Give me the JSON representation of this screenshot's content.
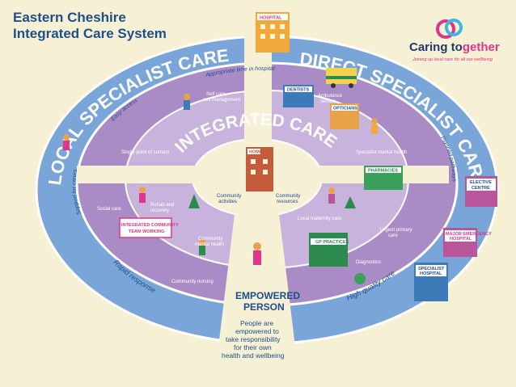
{
  "header": {
    "title_line1": "Eastern Cheshire",
    "title_line2": "Integrated Care System"
  },
  "logo": {
    "name_part1": "Caring to",
    "name_part2": "gether",
    "tagline": "Joining up local care for all our wellbeing"
  },
  "rings": {
    "outer_left": "LOCAL SPECIALIST CARE",
    "outer_right": "DIRECT SPECIALIST CARE",
    "center_ring": "INTEGRATED CARE",
    "top_path": "Appropriate time in hospital",
    "easy_access": "Easy access",
    "support_carers": "Support for carers",
    "rapid_response": "Rapid response",
    "planned_pathways": "Planned pathways",
    "high_quality": "High quality care"
  },
  "labels": {
    "self_care": "Self care,",
    "self_care2": "self management",
    "single_point": "Single point of contact",
    "specialist_mental": "Specialist mental health",
    "ambulance": "Ambulance",
    "ambulance2": "service",
    "social_care": "Social care",
    "rehab": "Rehab and",
    "rehab2": "recovery",
    "community_mental": "Community",
    "community_mental2": "mental health",
    "community_nursing": "Community nursing",
    "local_maternity": "Local maternity care",
    "urgent_primary": "Urgent primary",
    "urgent_primary2": "care",
    "diagnostics": "Diagnostics",
    "community_activities": "Community",
    "community_activities2": "activities",
    "community_resources": "Community",
    "community_resources2": "resources"
  },
  "signs": {
    "hospital": "HOSPITAL",
    "dentists": "DENTISTS",
    "opticians": "OPTICIANS",
    "pharmacies": "PHARMACIES",
    "elective": "ELECTIVE",
    "elective2": "CENTRE",
    "emergency": "MAJOR EMERGENCY",
    "emergency2": "HOSPITAL",
    "specialist": "SPECIALIST",
    "specialist2": "HOSPITAL",
    "gp": "GP PRACTICES",
    "home": "HOME",
    "team": "INTEGRATED COMMUNITY",
    "team2": "TEAM WORKING"
  },
  "empowered": {
    "title1": "EMPOWERED",
    "title2": "PERSON",
    "text1": "People are",
    "text2": "empowered to",
    "text3": "take responsibility",
    "text4": "for their own",
    "text5": "health and wellbeing"
  },
  "colors": {
    "background": "#f6f0d4",
    "outer_ring": "#7aa5d8",
    "middle_ring": "#a98bc6",
    "inner_ring": "#c7b3dc",
    "center": "#f6f0d4",
    "brand_blue": "#1f4e8c",
    "brand_pink": "#e0358c"
  }
}
